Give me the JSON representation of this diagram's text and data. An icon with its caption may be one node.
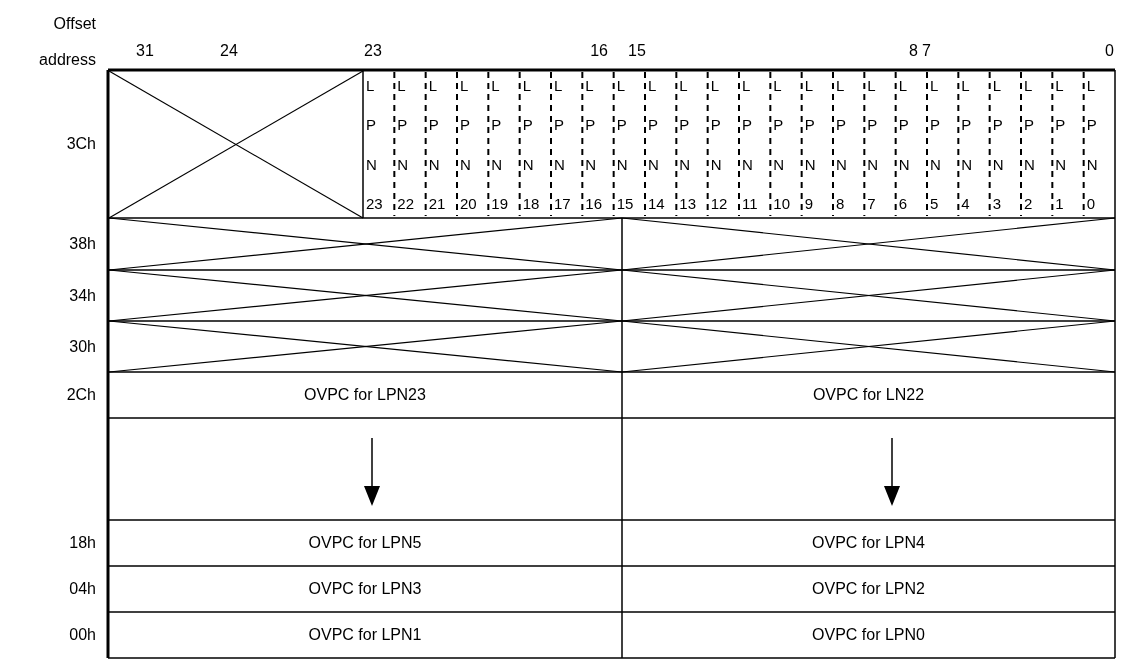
{
  "diagram": {
    "labels": [
      "Offset address",
      "31",
      "24",
      "23",
      "16",
      "15",
      "8",
      "7",
      "0",
      "3Ch",
      "L P N 23",
      "L P N 22",
      "L P N 21",
      "L P N 20",
      "L P N 19",
      "L P N 18",
      "L P N 17",
      "L P N 16",
      "L P N 15",
      "L P N 14",
      "L P N 13",
      "L P N 12",
      "L P N 11",
      "L P N 10",
      "L P N 9",
      "L P N 8",
      "L P N 7",
      "L P N 6",
      "L P N 5",
      "L P N 4",
      "L P N 3",
      "L P N 2",
      "L P N 1",
      "L P N 0",
      "38h",
      "34h",
      "30h",
      "2Ch",
      "OVPC for LPN23",
      "OVPC for LN22",
      "18h",
      "OVPC for LPN5",
      "OVPC for LPN4",
      "04h",
      "OVPC for LPN3",
      "OVPC for LPN2",
      "00h",
      "OVPC for LPN1",
      "OVPC for LPN0"
    ]
  }
}
